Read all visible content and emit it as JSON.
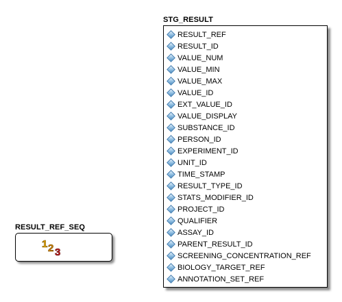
{
  "table": {
    "title": "STG_RESULT",
    "columns": [
      "RESULT_REF",
      "RESULT_ID",
      "VALUE_NUM",
      "VALUE_MIN",
      "VALUE_MAX",
      "VALUE_ID",
      "EXT_VALUE_ID",
      "VALUE_DISPLAY",
      "SUBSTANCE_ID",
      "PERSON_ID",
      "EXPERIMENT_ID",
      "UNIT_ID",
      "TIME_STAMP",
      "RESULT_TYPE_ID",
      "STATS_MODIFIER_ID",
      "PROJECT_ID",
      "QUALIFIER",
      "ASSAY_ID",
      "PARENT_RESULT_ID",
      "SCREENING_CONCENTRATION_REF",
      "BIOLOGY_TARGET_REF",
      "ANNOTATION_SET_REF"
    ],
    "column_icon": "attribute-diamond-icon"
  },
  "sequence": {
    "title": "RESULT_REF_SEQ",
    "icon": "sequence-123-icon",
    "glyphs": [
      "1",
      "2",
      "3"
    ],
    "colors": {
      "one": "#f2b000",
      "two": "#d38a00",
      "three": "#c62020"
    }
  }
}
